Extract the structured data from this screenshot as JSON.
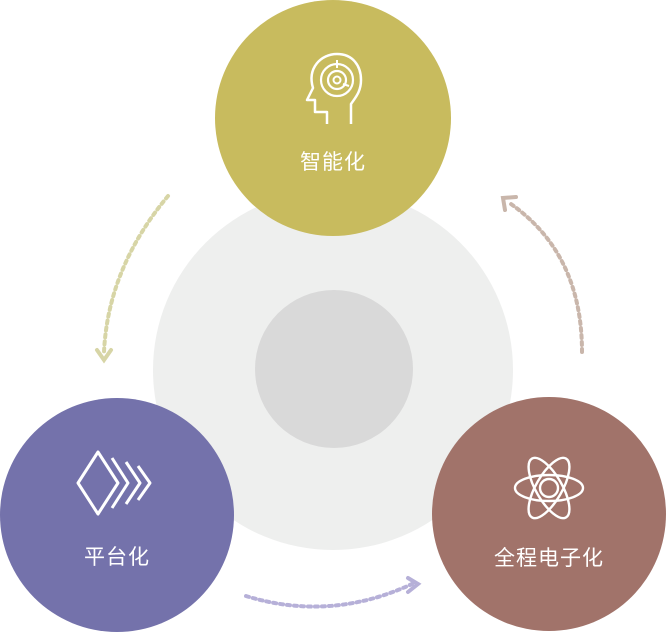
{
  "nodes": {
    "top": {
      "label": "智能化",
      "icon": "brain-head-icon",
      "color": "#c8bb5e"
    },
    "left": {
      "label": "平台化",
      "icon": "layered-diamonds-icon",
      "color": "#7472ab"
    },
    "right": {
      "label": "全程电子化",
      "icon": "atom-icon",
      "color": "#a1736a"
    }
  },
  "center": {
    "outer_color": "#eeefee",
    "inner_color": "#d9d9d9"
  },
  "arrows": {
    "top_to_left_color": "#d7d5a6",
    "left_to_right_color": "#b6b0d8",
    "right_to_top_color": "#c9b6ab"
  }
}
